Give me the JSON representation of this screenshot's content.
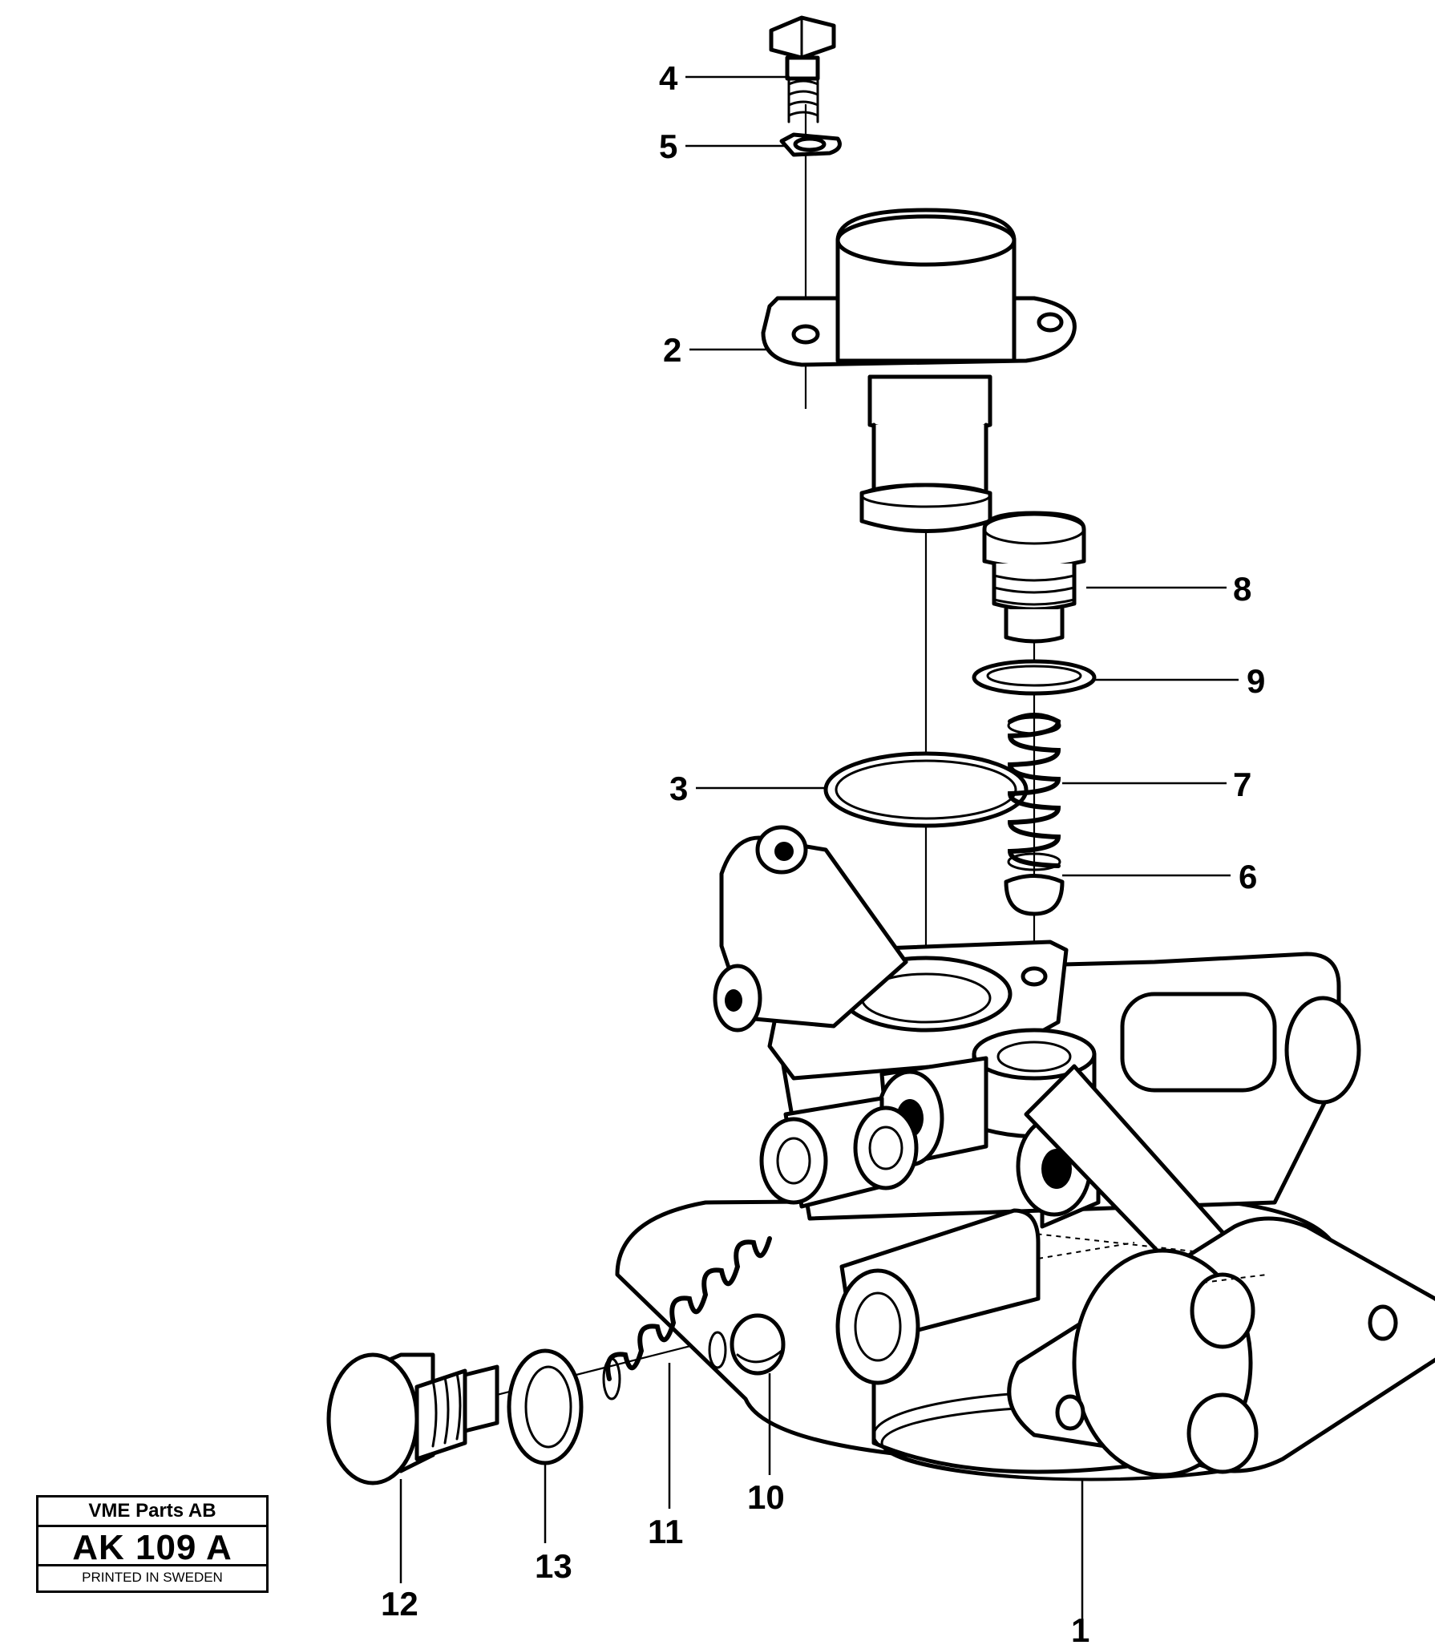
{
  "callouts": [
    {
      "id": "1",
      "label": "1"
    },
    {
      "id": "2",
      "label": "2"
    },
    {
      "id": "3",
      "label": "3"
    },
    {
      "id": "4",
      "label": "4"
    },
    {
      "id": "5",
      "label": "5"
    },
    {
      "id": "6",
      "label": "6"
    },
    {
      "id": "7",
      "label": "7"
    },
    {
      "id": "8",
      "label": "8"
    },
    {
      "id": "9",
      "label": "9"
    },
    {
      "id": "10",
      "label": "10"
    },
    {
      "id": "11",
      "label": "11"
    },
    {
      "id": "12",
      "label": "12"
    },
    {
      "id": "13",
      "label": "13"
    }
  ],
  "stamp": {
    "company": "VME Parts AB",
    "code": "AK 109 A",
    "printed": "PRINTED IN SWEDEN"
  }
}
